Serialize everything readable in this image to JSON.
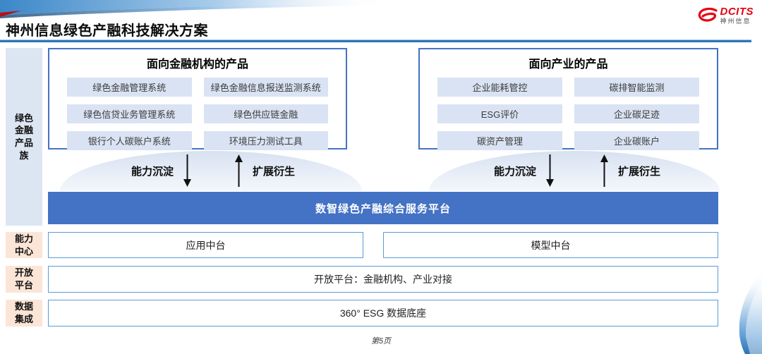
{
  "header": {
    "title": "神州信息绿色产融科技解决方案",
    "logo": {
      "brand": "DCITS",
      "company": "神州信息"
    }
  },
  "sidebar": {
    "product_family": "绿色\n金融\n产品\n族",
    "capability_center": "能力\n中心",
    "open_platform": "开放\n平台",
    "data_integration": "数据\n集成"
  },
  "finance_box": {
    "title": "面向金融机构的产品",
    "items": [
      "绿色金融管理系统",
      "绿色金融信息报送监测系统",
      "绿色信贷业务管理系统",
      "绿色供应链金融",
      "银行个人碳账户系统",
      "环境压力测试工具"
    ]
  },
  "industry_box": {
    "title": "面向产业的产品",
    "items": [
      "企业能耗管控",
      "碳排智能监测",
      "ESG评价",
      "企业碳足迹",
      "碳资产管理",
      "企业碳账户"
    ]
  },
  "arrows": {
    "down_label": "能力沉淀",
    "up_label": "扩展衍生"
  },
  "platform_bar": {
    "label": "数智绿色产融综合服务平台"
  },
  "middle_row": {
    "cells": [
      "应用中台",
      "模型中台"
    ]
  },
  "open_row": {
    "label": "开放平台：金融机构、产业对接"
  },
  "data_row": {
    "label": "360° ESG 数据底座"
  },
  "footer": {
    "page_label": "第5页"
  },
  "colors": {
    "accent_blue": "#4472c4",
    "item_fill": "#dae3f3",
    "sidebar_blue_fill": "#dce6f2",
    "sidebar_peach_fill": "#fbe5d6",
    "header_line": "#2e75b6",
    "row_border": "#5b9bd5",
    "logo_red": "#e60012"
  }
}
